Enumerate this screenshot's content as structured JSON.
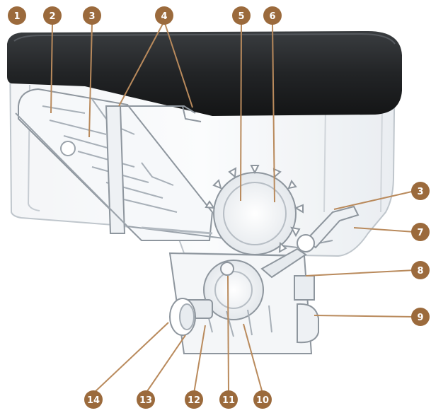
{
  "colors": {
    "badge": "#9b6a3c",
    "leader": "#b98a5c",
    "lid": "#222426",
    "body_fill": "#eef1f4",
    "body_line": "#b9c0c7",
    "part_line": "#8e969e"
  },
  "callouts": [
    {
      "id": "1",
      "label": "1"
    },
    {
      "id": "2",
      "label": "2"
    },
    {
      "id": "3",
      "label": "3"
    },
    {
      "id": "4",
      "label": "4"
    },
    {
      "id": "5",
      "label": "5"
    },
    {
      "id": "6",
      "label": "6"
    },
    {
      "id": "3b",
      "label": "3"
    },
    {
      "id": "7",
      "label": "7"
    },
    {
      "id": "8",
      "label": "8"
    },
    {
      "id": "9",
      "label": "9"
    },
    {
      "id": "10",
      "label": "10"
    },
    {
      "id": "11",
      "label": "11"
    },
    {
      "id": "12",
      "label": "12"
    },
    {
      "id": "13",
      "label": "13"
    },
    {
      "id": "14",
      "label": "14"
    }
  ]
}
